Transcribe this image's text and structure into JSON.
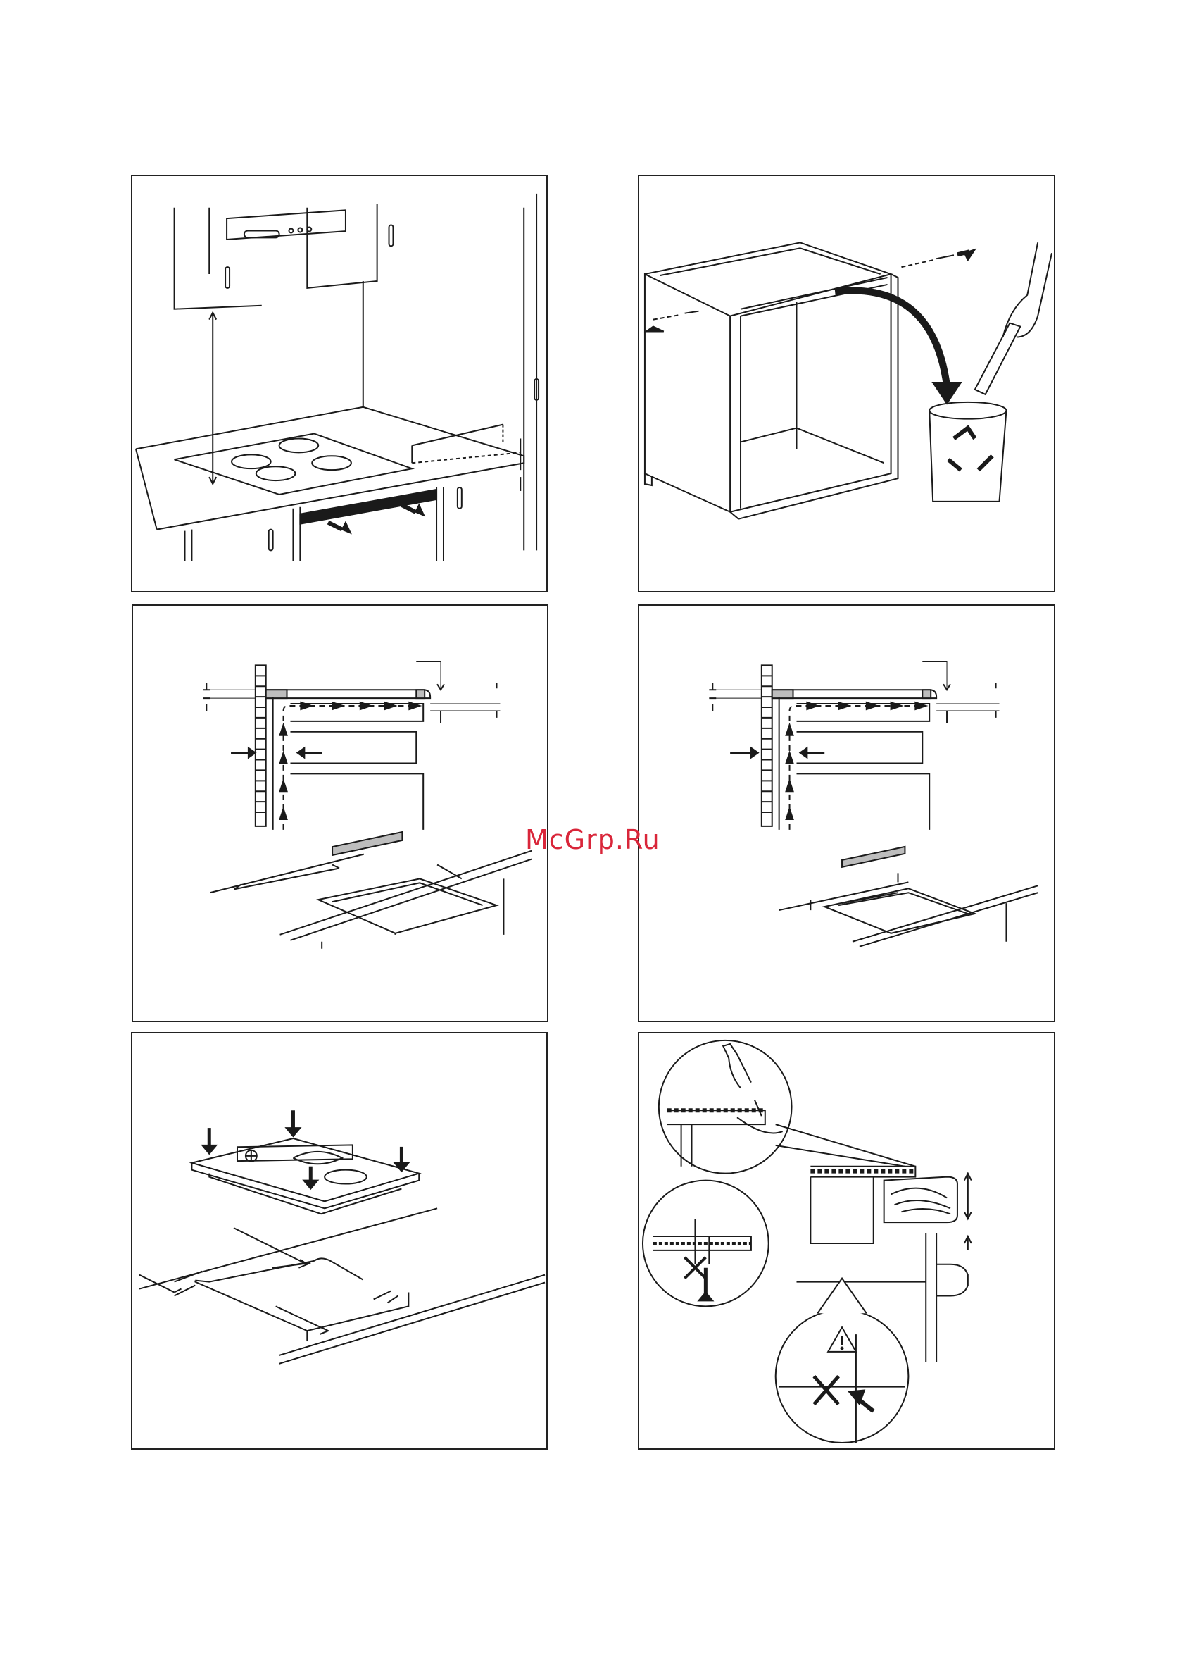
{
  "watermark": {
    "text": "McGrp.Ru"
  },
  "colors": {
    "ink": "#1a1a1a",
    "fill_gray": "#bdbdbd",
    "watermark": "#d9263a"
  },
  "panels": [
    {
      "id": "kitchen-overview"
    },
    {
      "id": "cabinet-strip-removal"
    },
    {
      "id": "ventilation-drawer-cutout"
    },
    {
      "id": "ventilation-oven-cutout"
    },
    {
      "id": "hob-insertion"
    },
    {
      "id": "sealing-edge-detail"
    }
  ]
}
